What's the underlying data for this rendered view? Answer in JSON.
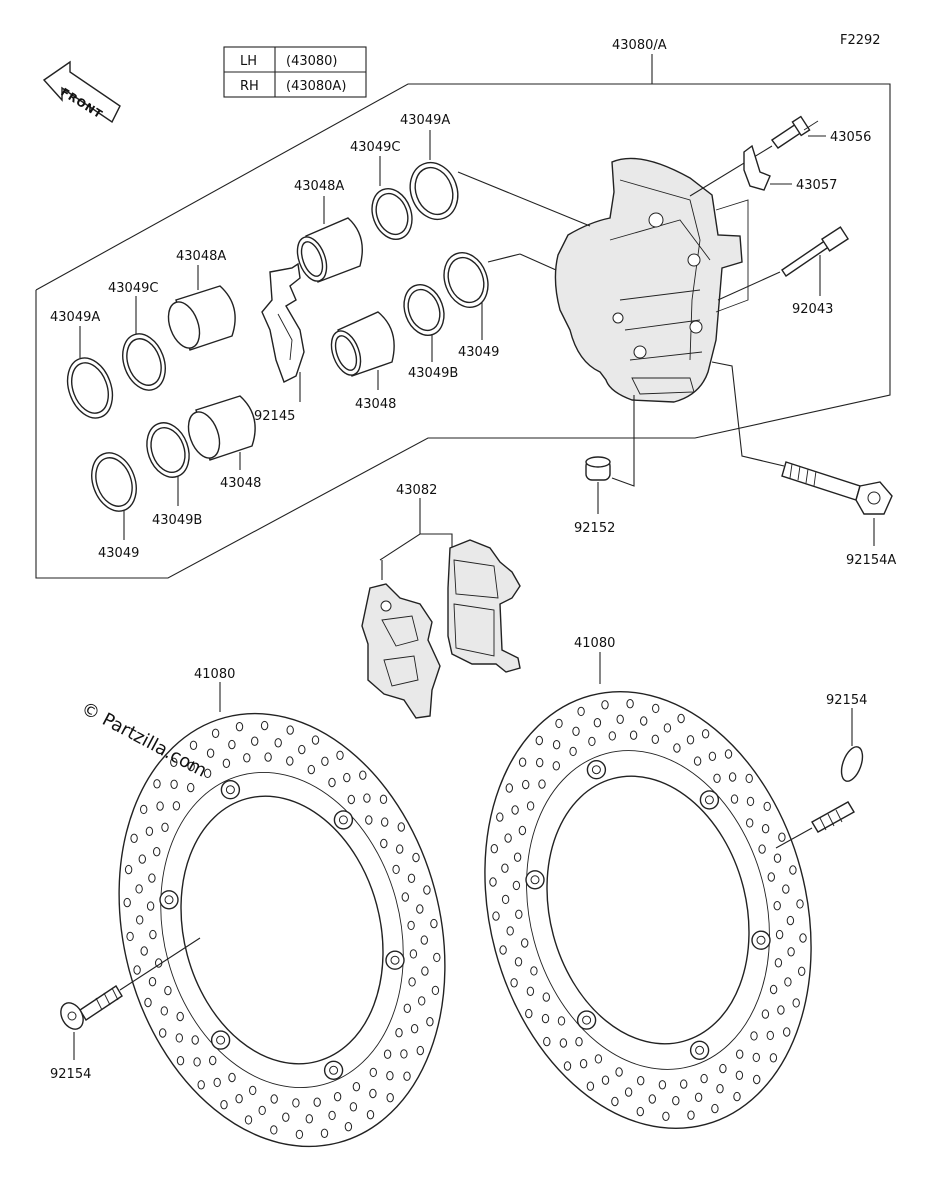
{
  "diagram": {
    "figure_id": "F2292",
    "watermark": "© Partzilla.com",
    "front_label": "FRONT",
    "side_table": [
      {
        "side": "LH",
        "part": "(43080)"
      },
      {
        "side": "RH",
        "part": "(43080A)"
      }
    ],
    "callouts": {
      "caliper_assy": "43080/A",
      "bleeder": "43056",
      "bleeder_cap": "43057",
      "pin": "92043",
      "bolt_a": "92154A",
      "bushing": "92152",
      "pad_set": "43082",
      "spring": "92145",
      "seal_a_left": "43049A",
      "seal_c_left": "43049C",
      "piston_a_left": "43048A",
      "piston_left": "43048",
      "seal_b_left": "43049B",
      "seal_left": "43049",
      "seal_a_right": "43049A",
      "seal_c_right": "43049C",
      "piston_a_right": "43048A",
      "piston_right": "43048",
      "seal_b_right": "43049B",
      "seal_right": "43049",
      "disc_left": "41080",
      "disc_right": "41080",
      "bolt_left": "92154",
      "bolt_right": "92154"
    }
  }
}
